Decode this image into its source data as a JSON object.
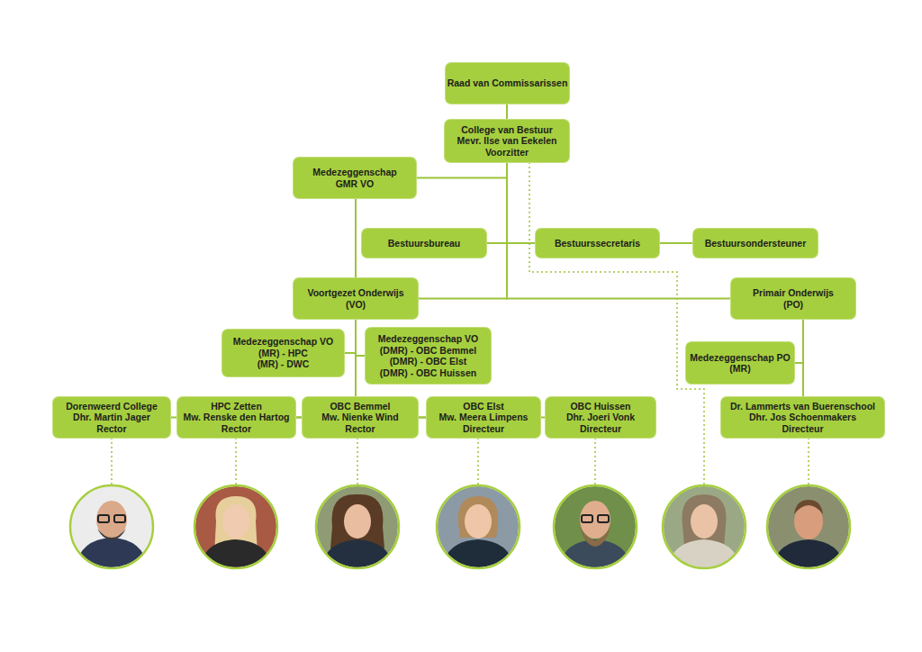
{
  "diagram": {
    "nodes": [
      {
        "text": [
          "Raad van Commissarissen"
        ]
      },
      {
        "text": [
          "College van Bestuur",
          "Mevr. Ilse van Eekelen",
          "Voorzitter"
        ]
      },
      {
        "text": [
          "Medezeggenschap GMR VO"
        ]
      },
      {
        "text": [
          "Bestuursbureau"
        ]
      },
      {
        "text": [
          "Bestuurssecretaris"
        ]
      },
      {
        "text": [
          "Bestuursondersteuner"
        ]
      },
      {
        "text": [
          "Voortgezet Onderwijs (VO)"
        ]
      },
      {
        "text": [
          "Primair Onderwijs (PO)"
        ]
      },
      {
        "text": [
          "Medezeggenschap VO",
          "(MR) - HPC",
          "(MR) - DWC"
        ]
      },
      {
        "text": [
          "Medezeggenschap VO",
          "(DMR) - OBC Bemmel",
          "(DMR) - OBC Elst",
          "(DMR) - OBC Huissen"
        ]
      },
      {
        "text": [
          "Medezeggenschap PO (MR)"
        ]
      },
      {
        "text": [
          "Dorenweerd College",
          "Dhr. Martin Jager",
          "Rector"
        ]
      },
      {
        "text": [
          "HPC Zetten",
          "Mw. Renske den Hartog",
          "Rector"
        ]
      },
      {
        "text": [
          "OBC Bemmel",
          "Mw. Nienke Wind",
          "Rector"
        ]
      },
      {
        "text": [
          "OBC Elst",
          "Mw. Meera Limpens",
          "Directeur"
        ]
      },
      {
        "text": [
          "OBC Huissen",
          "Dhr. Joeri Vonk",
          "Directeur"
        ]
      },
      {
        "text": [
          "Dr. Lammerts van Buerenschool",
          "Dhr. Jos Schoenmakers",
          "Directeur"
        ]
      }
    ],
    "edges": [
      {
        "from": 0,
        "to": 1,
        "arrow": "none"
      },
      {
        "from": 1,
        "to": 2,
        "arrow": "none"
      },
      {
        "from": 1,
        "to": 3,
        "arrow": "none"
      },
      {
        "from": 1,
        "to": 4,
        "arrow": "none"
      },
      {
        "from": 4,
        "to": 5,
        "arrow": "none"
      },
      {
        "from": 1,
        "to": 6,
        "arrow": "none"
      },
      {
        "from": 1,
        "to": 7,
        "arrow": "none"
      },
      {
        "from": 2,
        "to": 6,
        "arrow": "none"
      },
      {
        "from": 6,
        "to": 8,
        "arrow": "none"
      },
      {
        "from": 6,
        "to": 9,
        "arrow": "none"
      },
      {
        "from": 6,
        "to": 11,
        "arrow": "none"
      },
      {
        "from": 6,
        "to": 12,
        "arrow": "none"
      },
      {
        "from": 6,
        "to": 13,
        "arrow": "none"
      },
      {
        "from": 6,
        "to": 14,
        "arrow": "none"
      },
      {
        "from": 6,
        "to": 15,
        "arrow": "none"
      },
      {
        "from": 7,
        "to": 10,
        "arrow": "none"
      },
      {
        "from": 7,
        "to": 16,
        "arrow": "none"
      }
    ]
  }
}
